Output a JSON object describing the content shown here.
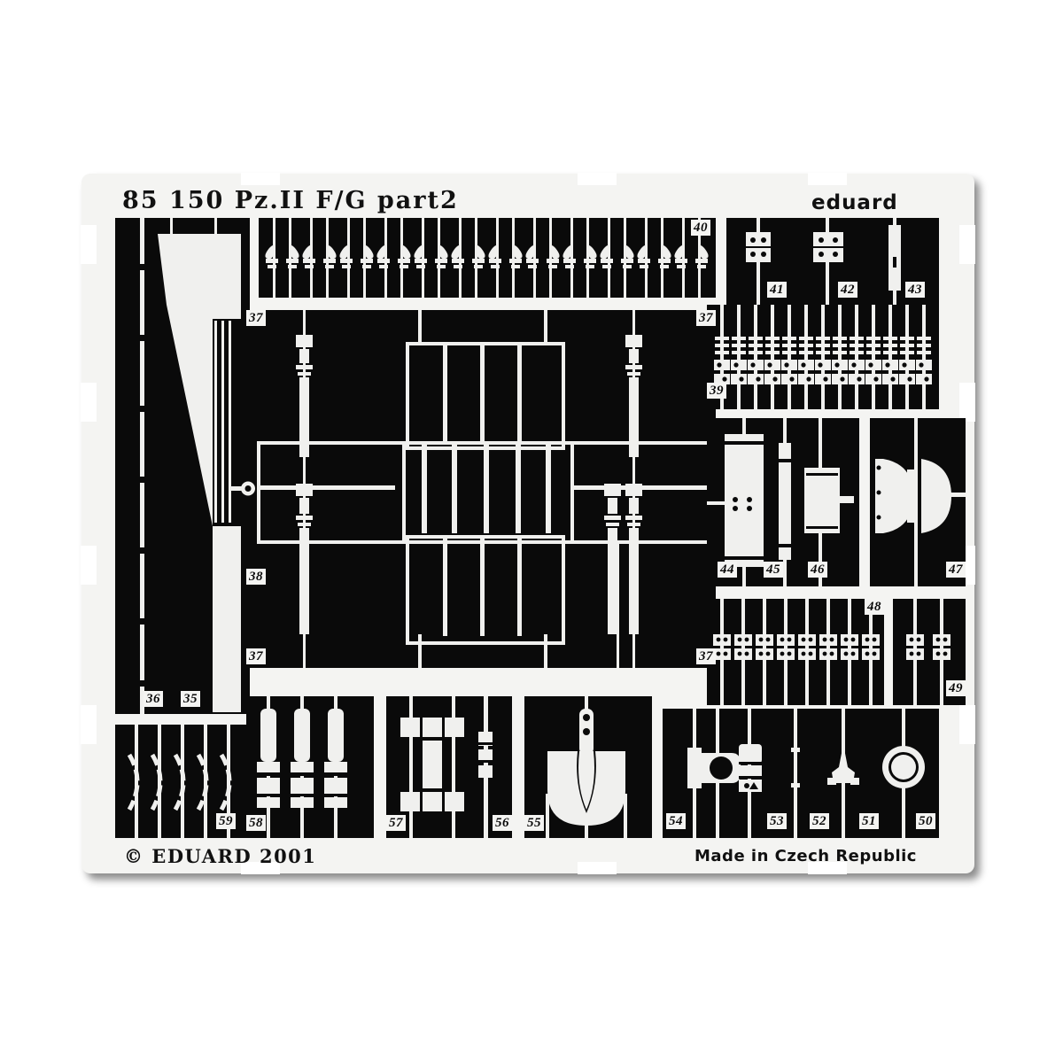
{
  "sheet": {
    "title": "85 150  Pz.II F/G   part2",
    "title_parts": [
      "85",
      "150",
      "Pz.II F/G",
      "part2"
    ],
    "brand": "eduard",
    "copyright": "© EDUARD 2001",
    "made_in": "Made in Czech Republic",
    "colors": {
      "fret": "#f4f4f2",
      "etched": "#0a0a0a",
      "background": "#ffffff",
      "text": "#111111"
    }
  },
  "part_numbers": {
    "top_strip": [
      "40"
    ],
    "top_right_block": [
      "41",
      "42",
      "43"
    ],
    "left_column": [
      "36",
      "35",
      "59"
    ],
    "center_frame": [
      "37",
      "37",
      "38",
      "37",
      "37"
    ],
    "right_ladder": [
      "39"
    ],
    "right_mid": [
      "44",
      "45",
      "46",
      "47"
    ],
    "right_lower": [
      "48",
      "49"
    ],
    "bottom_center": [
      "58",
      "57",
      "56",
      "55"
    ],
    "bottom_right": [
      "54",
      "53",
      "52",
      "51",
      "50"
    ]
  },
  "labels": {
    "n35": "35",
    "n36": "36",
    "n37a": "37",
    "n37b": "37",
    "n37c": "37",
    "n37d": "37",
    "n38": "38",
    "n39": "39",
    "n40": "40",
    "n41": "41",
    "n42": "42",
    "n43": "43",
    "n44": "44",
    "n45": "45",
    "n46": "46",
    "n47": "47",
    "n48": "48",
    "n49": "49",
    "n50": "50",
    "n51": "51",
    "n52": "52",
    "n53": "53",
    "n54": "54",
    "n55": "55",
    "n56": "56",
    "n57": "57",
    "n58": "58",
    "n59": "59"
  }
}
